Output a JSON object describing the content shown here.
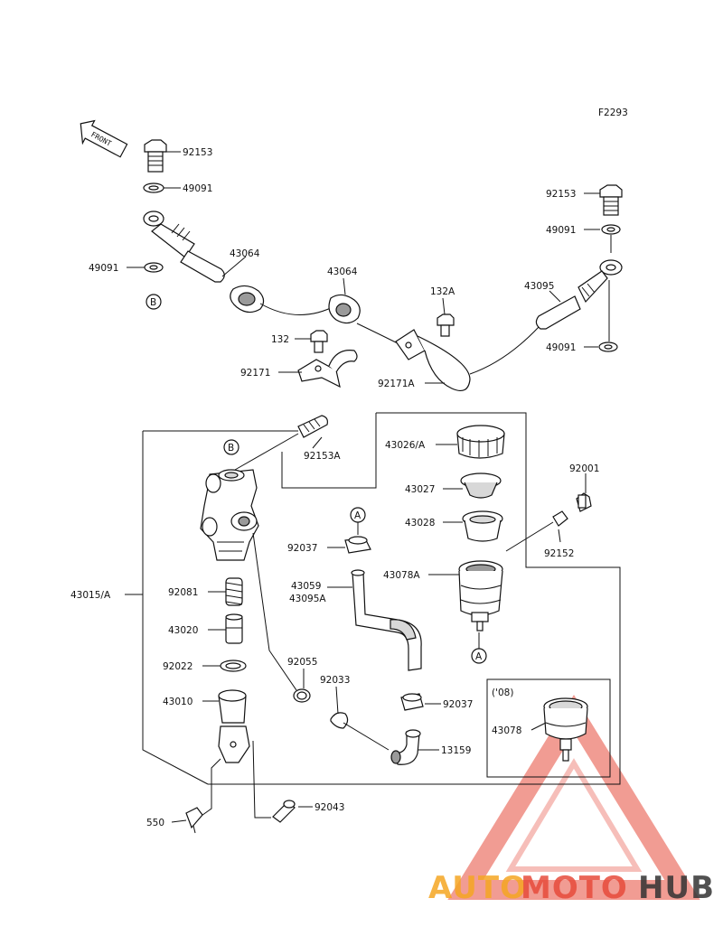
{
  "figure_code": "F2293",
  "front_arrow_text": "FRONT",
  "ref_markers": {
    "a": "A",
    "b": "B"
  },
  "year_note": "('08)",
  "labels": {
    "p92153_top_left": "92153",
    "p49091_top_left": "49091",
    "p49091_left": "49091",
    "p43064_left": "43064",
    "p43064_right": "43064",
    "p132a": "132A",
    "p132": "132",
    "p92171": "92171",
    "p92171a": "92171A",
    "p43095": "43095",
    "p92153_right": "92153",
    "p49091_right_top": "49091",
    "p49091_right_bottom": "49091",
    "p92153a": "92153A",
    "p43026a": "43026/A",
    "p43027": "43027",
    "p43028": "43028",
    "p92001": "92001",
    "p92152": "92152",
    "p43078a": "43078A",
    "p92037_top": "92037",
    "p43059": "43059",
    "p43095a": "43095A",
    "p43015a": "43015/A",
    "p92081": "92081",
    "p43020": "43020",
    "p92022": "92022",
    "p92055": "92055",
    "p92033": "92033",
    "p43010": "43010",
    "p92037_bottom": "92037",
    "p13159": "13159",
    "p43078": "43078",
    "p550": "550",
    "p92043": "92043"
  },
  "watermark": {
    "part1": "AUTO",
    "part2": "MOTO",
    "part3": "HUB"
  },
  "colors": {
    "watermark_orange": "#f5a623",
    "watermark_red": "#e74c3c",
    "watermark_dark": "#333333"
  }
}
